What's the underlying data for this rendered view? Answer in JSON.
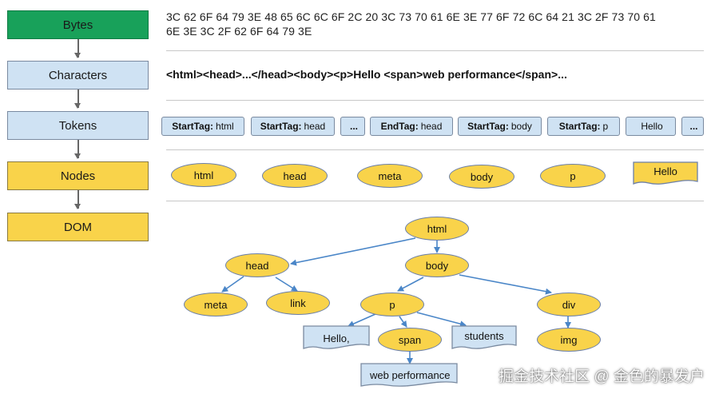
{
  "stages": [
    {
      "label": "Bytes"
    },
    {
      "label": "Characters"
    },
    {
      "label": "Tokens"
    },
    {
      "label": "Nodes"
    },
    {
      "label": "DOM"
    }
  ],
  "bytes": {
    "line1": "3C 62 6F 64 79 3E 48 65 6C 6C 6F 2C 20 3C 73 70 61 6E 3E 77 6F 72 6C 64 21 3C 2F 73 70 61",
    "line2": "6E 3E 3C 2F 62 6F 64 79 3E"
  },
  "characters": "<html><head>...</head><body><p>Hello <span>web performance</span>...",
  "tokens": [
    {
      "kind": "StartTag:",
      "name": "html"
    },
    {
      "kind": "StartTag:",
      "name": "head"
    },
    {
      "kind": "",
      "name": "..."
    },
    {
      "kind": "EndTag:",
      "name": "head"
    },
    {
      "kind": "StartTag:",
      "name": "body"
    },
    {
      "kind": "StartTag:",
      "name": "p"
    },
    {
      "kind": "",
      "name": "Hello"
    },
    {
      "kind": "",
      "name": "..."
    }
  ],
  "nodes": [
    "html",
    "head",
    "meta",
    "body",
    "p"
  ],
  "text_node": "Hello",
  "tree": {
    "html": "html",
    "head": "head",
    "body": "body",
    "meta": "meta",
    "link": "link",
    "p": "p",
    "div": "div",
    "span": "span",
    "img": "img",
    "hello_text": "Hello,",
    "students_text": "students",
    "webperf_text": "web performance"
  },
  "watermark": "掘金技术社区 @ 金色的暴发户",
  "colors": {
    "green": "#18a15a",
    "blue": "#cfe2f3",
    "yellow": "#f9d34a",
    "edge": "#4a86c8"
  }
}
